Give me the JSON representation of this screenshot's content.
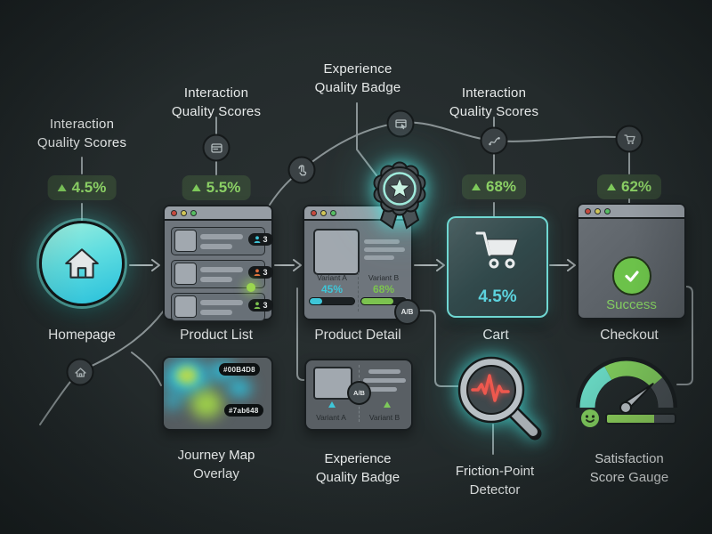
{
  "annotations": {
    "homepage_scores": {
      "line1": "Interaction",
      "line2": "Quality Scores",
      "badge": "4.5%"
    },
    "product_list_scores": {
      "line1": "Interaction",
      "line2": "Quality Scores",
      "badge": "5.5%"
    },
    "experience_badge_title": {
      "line1": "Experience",
      "line2": "Quality Badge"
    },
    "cart_scores": {
      "line1": "Interaction",
      "line2": "Quality Scores",
      "badge": "68%"
    },
    "checkout_scores": {
      "badge": "62%"
    }
  },
  "nodes": {
    "homepage": {
      "label": "Homepage"
    },
    "product_list": {
      "label": "Product List",
      "rows": [
        {
          "count": "3"
        },
        {
          "count": "3"
        },
        {
          "count": "3"
        }
      ]
    },
    "product_detail": {
      "label": "Product Detail",
      "variant_a_name": "Variant A",
      "variant_a_value": "45%",
      "variant_b_name": "Variant B",
      "variant_b_value": "68%",
      "ab_label": "A/B"
    },
    "cart": {
      "label": "Cart",
      "value": "4.5%"
    },
    "checkout": {
      "label": "Checkout",
      "status": "Success"
    }
  },
  "features": {
    "journey_map": {
      "line1": "Journey Map",
      "line2": "Overlay",
      "hex1": "#00B4D8",
      "hex2": "#7ab648"
    },
    "experience_badge_card": {
      "line1": "Experience",
      "line2": "Quality Badge",
      "variant_a": "Variant A",
      "variant_b": "Variant B",
      "ab_label": "A/B"
    },
    "friction_detector": {
      "line1": "Friction-Point",
      "line2": "Detector"
    },
    "satisfaction_gauge": {
      "line1": "Satisfaction",
      "line2": "Score Gauge"
    }
  },
  "colors": {
    "accent_teal": "#3ec6d8",
    "accent_green": "#7dc85a",
    "alert_red": "#ee584e",
    "heat_cyan": "#00B4D8",
    "heat_green": "#7ab648"
  }
}
